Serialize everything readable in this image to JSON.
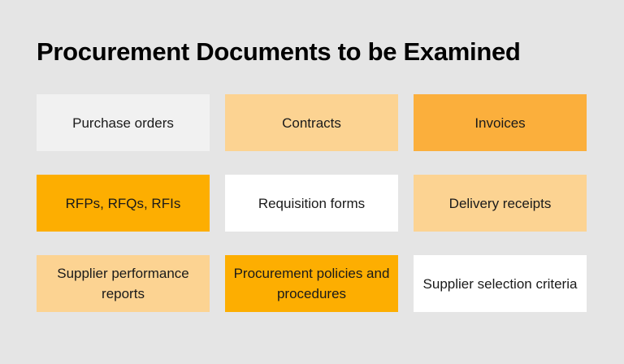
{
  "page": {
    "title": "Procurement Documents to be Examined",
    "background_color": "#e5e5e5"
  },
  "palette": {
    "grey": "#f1f1f1",
    "white": "#ffffff",
    "light_orange": "#fcd392",
    "mid_orange": "#fbaf3c",
    "deep_orange": "#fdae01",
    "text": "#1a1a1a",
    "title_text": "#000000"
  },
  "cards": [
    {
      "label": "Purchase orders",
      "fill": "grey",
      "row": 1,
      "column": 1
    },
    {
      "label": "Contracts",
      "fill": "light_orange",
      "row": 1,
      "column": 2
    },
    {
      "label": "Invoices",
      "fill": "mid_orange",
      "row": 1,
      "column": 3
    },
    {
      "label": "RFPs, RFQs, RFIs",
      "fill": "deep_orange",
      "row": 2,
      "column": 1
    },
    {
      "label": "Requisition forms",
      "fill": "white",
      "row": 2,
      "column": 2
    },
    {
      "label": "Delivery receipts",
      "fill": "light_orange",
      "row": 2,
      "column": 3
    },
    {
      "label": "Supplier performance reports",
      "fill": "light_orange",
      "row": 3,
      "column": 1
    },
    {
      "label": "Procurement policies and procedures",
      "fill": "deep_orange",
      "row": 3,
      "column": 2
    },
    {
      "label": "Supplier selection criteria",
      "fill": "white",
      "row": 3,
      "column": 3
    }
  ]
}
